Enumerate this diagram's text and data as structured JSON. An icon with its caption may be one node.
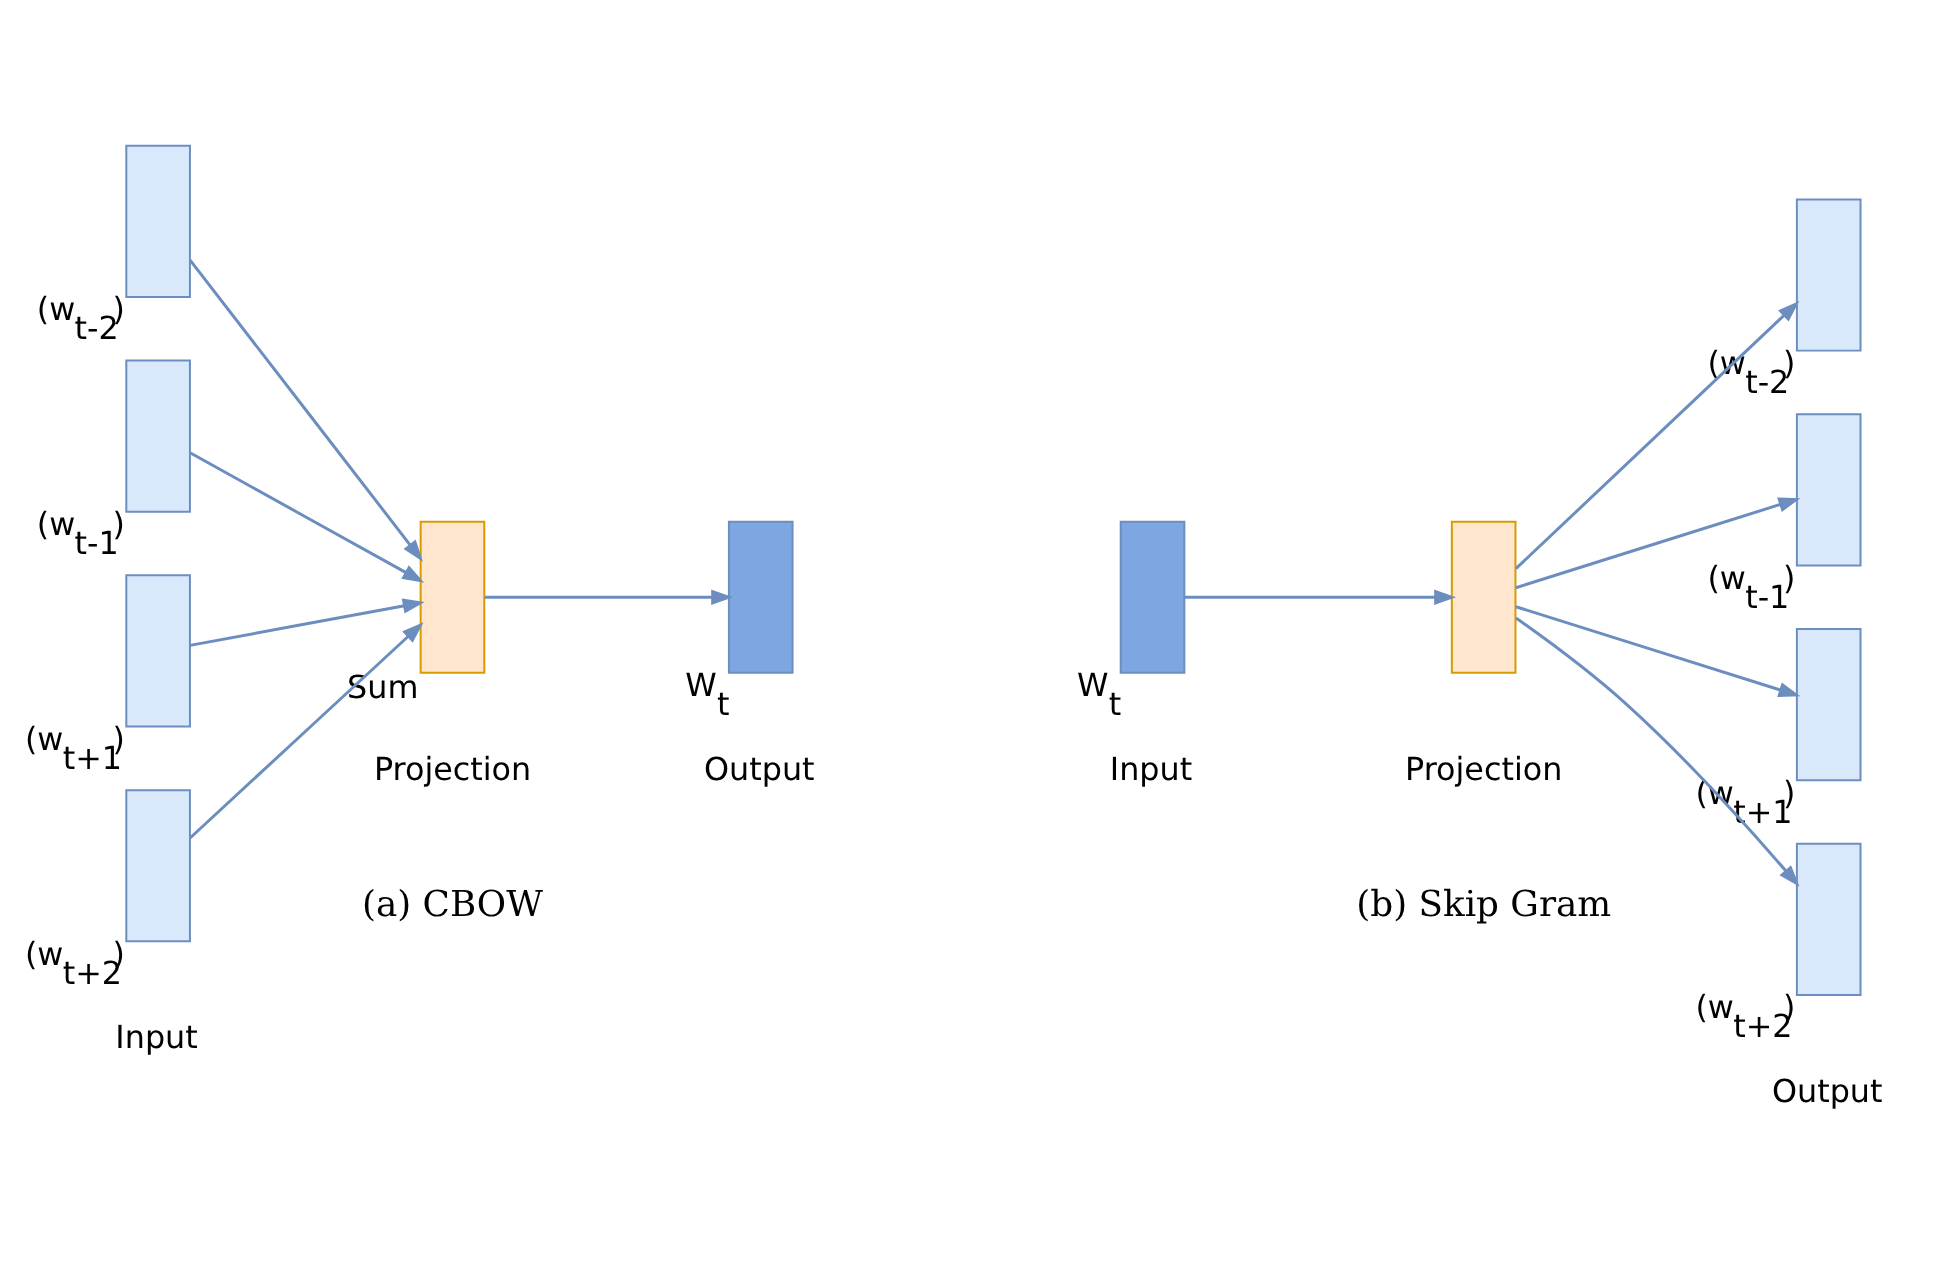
{
  "diagram": {
    "nodes": [
      {
        "text": [],
        "shape": "box",
        "beside": [
          "(w$_{t-2}$)"
        ]
      },
      {
        "text": [],
        "shape": "box",
        "beside": [
          "(w$_{t-1}$)"
        ]
      },
      {
        "text": [],
        "shape": "box",
        "beside": [
          "(w$_{t+1}$)"
        ]
      },
      {
        "text": [],
        "shape": "box",
        "beside": [
          "(w$_{t+2}$)"
        ]
      },
      {
        "text": [],
        "shape": "box",
        "beside": [
          "Sum"
        ]
      },
      {
        "text": [],
        "shape": "box",
        "beside": [
          "W$_{t}$"
        ]
      },
      {
        "text": [],
        "shape": "box",
        "beside": [
          "W$_{t}$"
        ]
      },
      {
        "text": [],
        "shape": "box"
      },
      {
        "text": [],
        "shape": "box",
        "beside": [
          "(w$_{t-2}$)"
        ]
      },
      {
        "text": [],
        "shape": "box",
        "beside": [
          "(w$_{t-1}$)"
        ]
      },
      {
        "text": [],
        "shape": "box",
        "beside": [
          "(w$_{t+1}$)"
        ]
      },
      {
        "text": [],
        "shape": "box",
        "beside": [
          "(w$_{t+2}$)"
        ]
      }
    ],
    "edges": [
      {
        "from": 0,
        "to": 4,
        "arrow": "to"
      },
      {
        "from": 1,
        "to": 4,
        "arrow": "to"
      },
      {
        "from": 2,
        "to": 4,
        "arrow": "to"
      },
      {
        "from": 3,
        "to": 4,
        "arrow": "to"
      },
      {
        "from": 4,
        "to": 5,
        "arrow": "to"
      },
      {
        "from": 6,
        "to": 7,
        "arrow": "to"
      },
      {
        "from": 7,
        "to": 8,
        "arrow": "to"
      },
      {
        "from": 7,
        "to": 9,
        "arrow": "to"
      },
      {
        "from": 7,
        "to": 10,
        "arrow": "to"
      },
      {
        "from": 7,
        "to": 11,
        "arrow": "to"
      }
    ],
    "labels": [
      "Input",
      "Projection",
      "Output",
      "(a) CBOW",
      "Input",
      "Projection",
      "Output",
      "(b) Skip Gram"
    ]
  }
}
